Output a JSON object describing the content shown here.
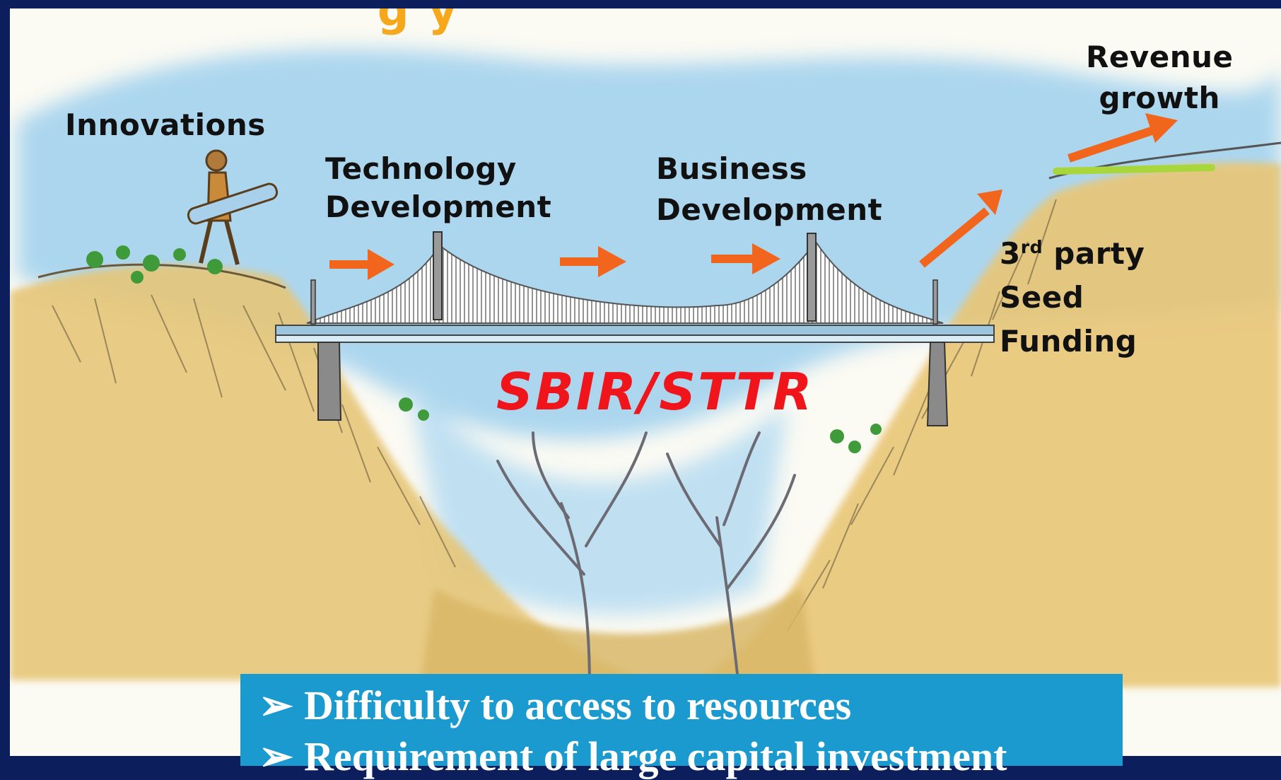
{
  "slide": {
    "title_fragment": "g     y",
    "stages": {
      "innovations": "Innovations",
      "technology_development_line1": "Technology",
      "technology_development_line2": "Development",
      "business_development_line1": "Business",
      "business_development_line2": "Development",
      "revenue_growth_line1": "Revenue",
      "revenue_growth_line2": "growth",
      "third_party_base": "3",
      "third_party_sup": "rd",
      "third_party_rest": " party",
      "seed": "Seed",
      "funding": "Funding"
    },
    "program_label": "SBIR/STTR",
    "notes": [
      {
        "bullet": "➢",
        "text": "Difficulty to access to resources"
      },
      {
        "bullet": "➢",
        "text": "Requirement of large capital investment"
      }
    ]
  },
  "icons": {
    "arrow": "right-arrow-icon",
    "bullet": "arrowhead-bullet-icon"
  },
  "colors": {
    "frame": "#0c1f5c",
    "accent_arrow": "#f2651c",
    "program_text": "#f0141b",
    "note_box": "#1b9ad0",
    "note_text": "#ffffff",
    "title_orange": "#f7a81a",
    "sky": "#a9d6ef",
    "earth": "#e2bd6a",
    "shrub": "#3f9a3a"
  }
}
